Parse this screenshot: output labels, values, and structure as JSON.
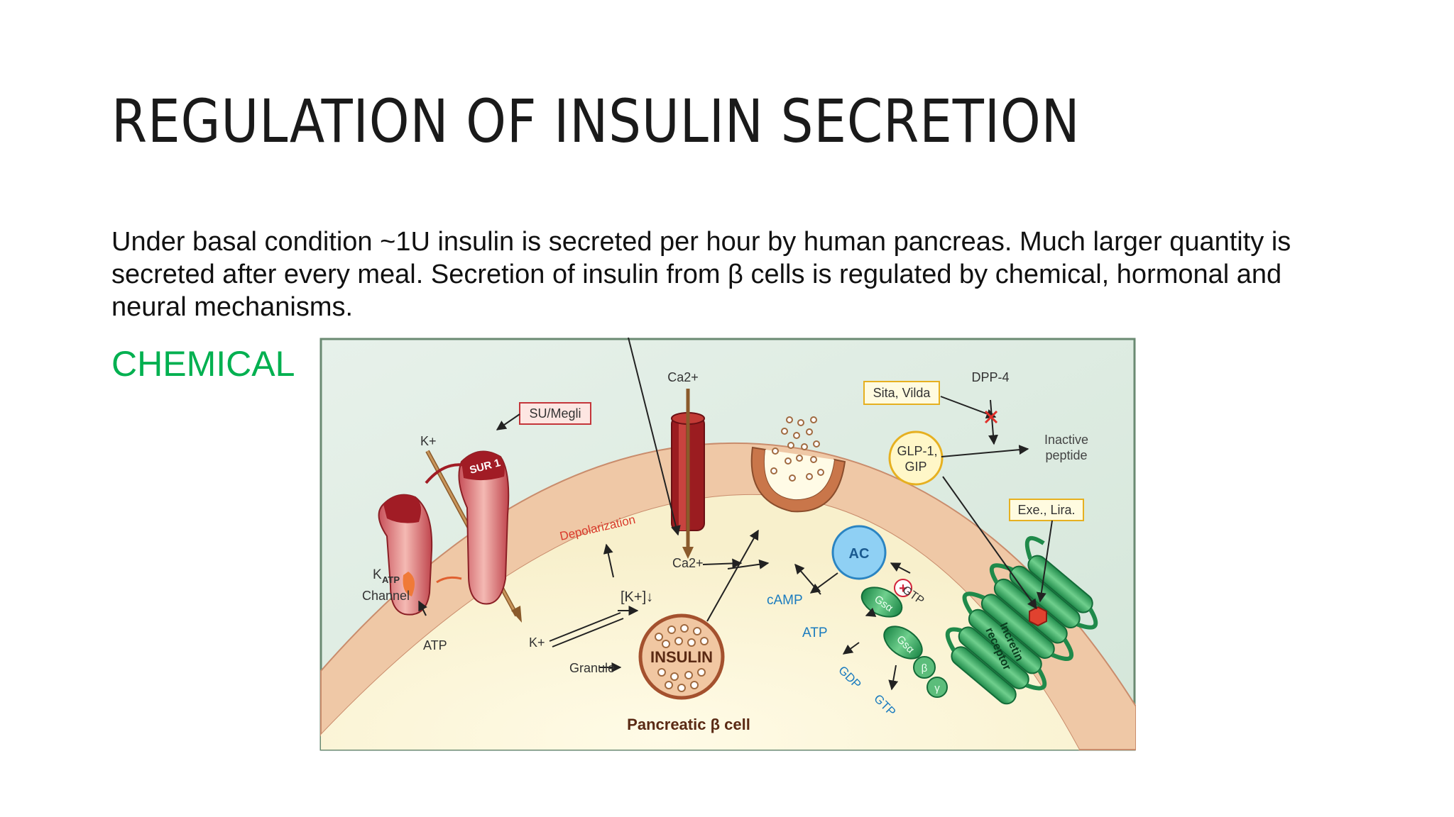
{
  "slide": {
    "title": "REGULATION OF INSULIN SECRETION",
    "body": "Under basal condition ~1U insulin is secreted per hour by human pancreas. Much larger quantity is secreted after every meal. Secretion of insulin from β cells is regulated by chemical, hormonal and neural mechanisms.",
    "section_heading": "CHEMICAL",
    "accent_color": "#00b050"
  },
  "figure": {
    "labels": {
      "ca_top": "Ca2+",
      "dpp4": "DPP-4",
      "sita_vilda": "Sita, Vilda",
      "su_megli": "SU/Megli",
      "k_plus_top": "K+",
      "sur1": "SUR 1",
      "inactive_peptide_1": "Inactive",
      "inactive_peptide_2": "peptide",
      "glp1_gip_1": "GLP-1,",
      "glp1_gip_2": "GIP",
      "exe_lira": "Exe., Lira.",
      "depolarization": "Depolarization",
      "ac": "AC",
      "katp_k": "K",
      "katp_sub": "ATP",
      "channel": "Channel",
      "ca_mid": "Ca2+",
      "k_conc": "[K+]↓",
      "camp": "cAMP",
      "atp_right": "ATP",
      "atp_left": "ATP",
      "k_plus_bottom": "K+",
      "insulin": "INSULIN",
      "granule": "Granule",
      "gsa_1": "Gsα",
      "gsa_2": "Gsα",
      "gtp_1": "GTP",
      "gdp": "GDP",
      "gtp_2": "GTP",
      "beta": "β",
      "gamma": "γ",
      "incretin_1": "Incretin",
      "incretin_2": "receptor",
      "pancreatic_cell": "Pancreatic β cell",
      "plus_sign": "+"
    },
    "colors": {
      "background": "#dcebe0",
      "membrane": "#f0c9a8",
      "cytoplasm": "#fdf6dc",
      "channel_red": "#b5222a",
      "receptor_green": "#2e9e5a",
      "ac_blue": "#4aa8e0",
      "text_blue": "#1a7bbf",
      "label_red": "#d93a2b"
    }
  }
}
